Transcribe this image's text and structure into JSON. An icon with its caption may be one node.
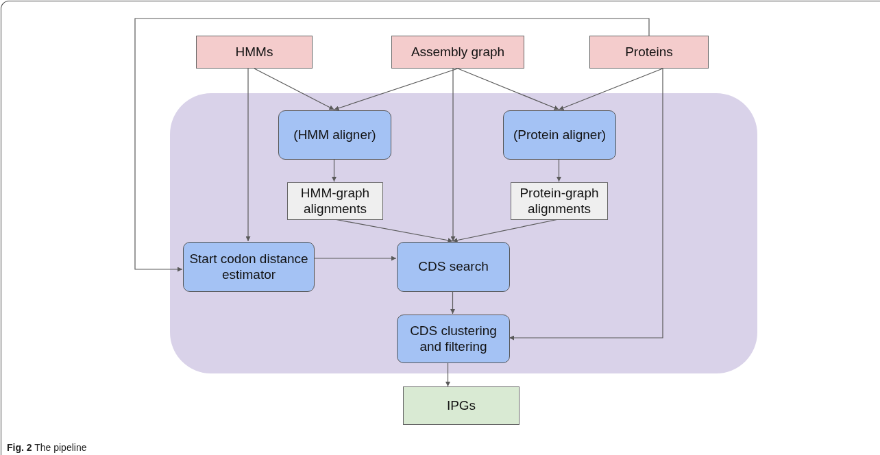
{
  "diagram": {
    "caption": "**Fig. 2** The pipeline",
    "nodes": [
      {
        "text": [
          "HMMs"
        ]
      },
      {
        "text": [
          "Assembly graph"
        ]
      },
      {
        "text": [
          "Proteins"
        ]
      },
      {
        "text": [],
        "shape": "box"
      },
      {
        "text": [
          "(HMM aligner)"
        ],
        "in": 3
      },
      {
        "text": [
          "(Protein aligner)"
        ],
        "in": 3
      },
      {
        "text": [
          "HMM-graph alignments"
        ],
        "in": 3
      },
      {
        "text": [
          "Protein-graph alignments"
        ],
        "in": 3
      },
      {
        "text": [
          "Start codon distance estimator"
        ],
        "in": 3
      },
      {
        "text": [
          "CDS search"
        ],
        "in": 3
      },
      {
        "text": [
          "CDS clustering and filtering"
        ],
        "in": 3
      },
      {
        "text": [
          "IPGs"
        ]
      }
    ],
    "edges": [
      {
        "from": 0,
        "to": 4,
        "arrow": "to"
      },
      {
        "from": 1,
        "to": 4,
        "arrow": "to"
      },
      {
        "from": 1,
        "to": 5,
        "arrow": "to"
      },
      {
        "from": 2,
        "to": 5,
        "arrow": "to"
      },
      {
        "from": 0,
        "to": 8,
        "arrow": "to"
      },
      {
        "from": 1,
        "to": 9,
        "arrow": "to"
      },
      {
        "from": 2,
        "to": 8,
        "arrow": "to"
      },
      {
        "from": 4,
        "to": 6,
        "arrow": "to"
      },
      {
        "from": 5,
        "to": 7,
        "arrow": "to"
      },
      {
        "from": 6,
        "to": 9,
        "arrow": "to"
      },
      {
        "from": 7,
        "to": 9,
        "arrow": "to"
      },
      {
        "from": 8,
        "to": 9,
        "arrow": "to"
      },
      {
        "from": 9,
        "to": 10,
        "arrow": "to"
      },
      {
        "from": 2,
        "to": 10,
        "arrow": "to"
      },
      {
        "from": 10,
        "to": 11,
        "arrow": "to"
      }
    ]
  }
}
